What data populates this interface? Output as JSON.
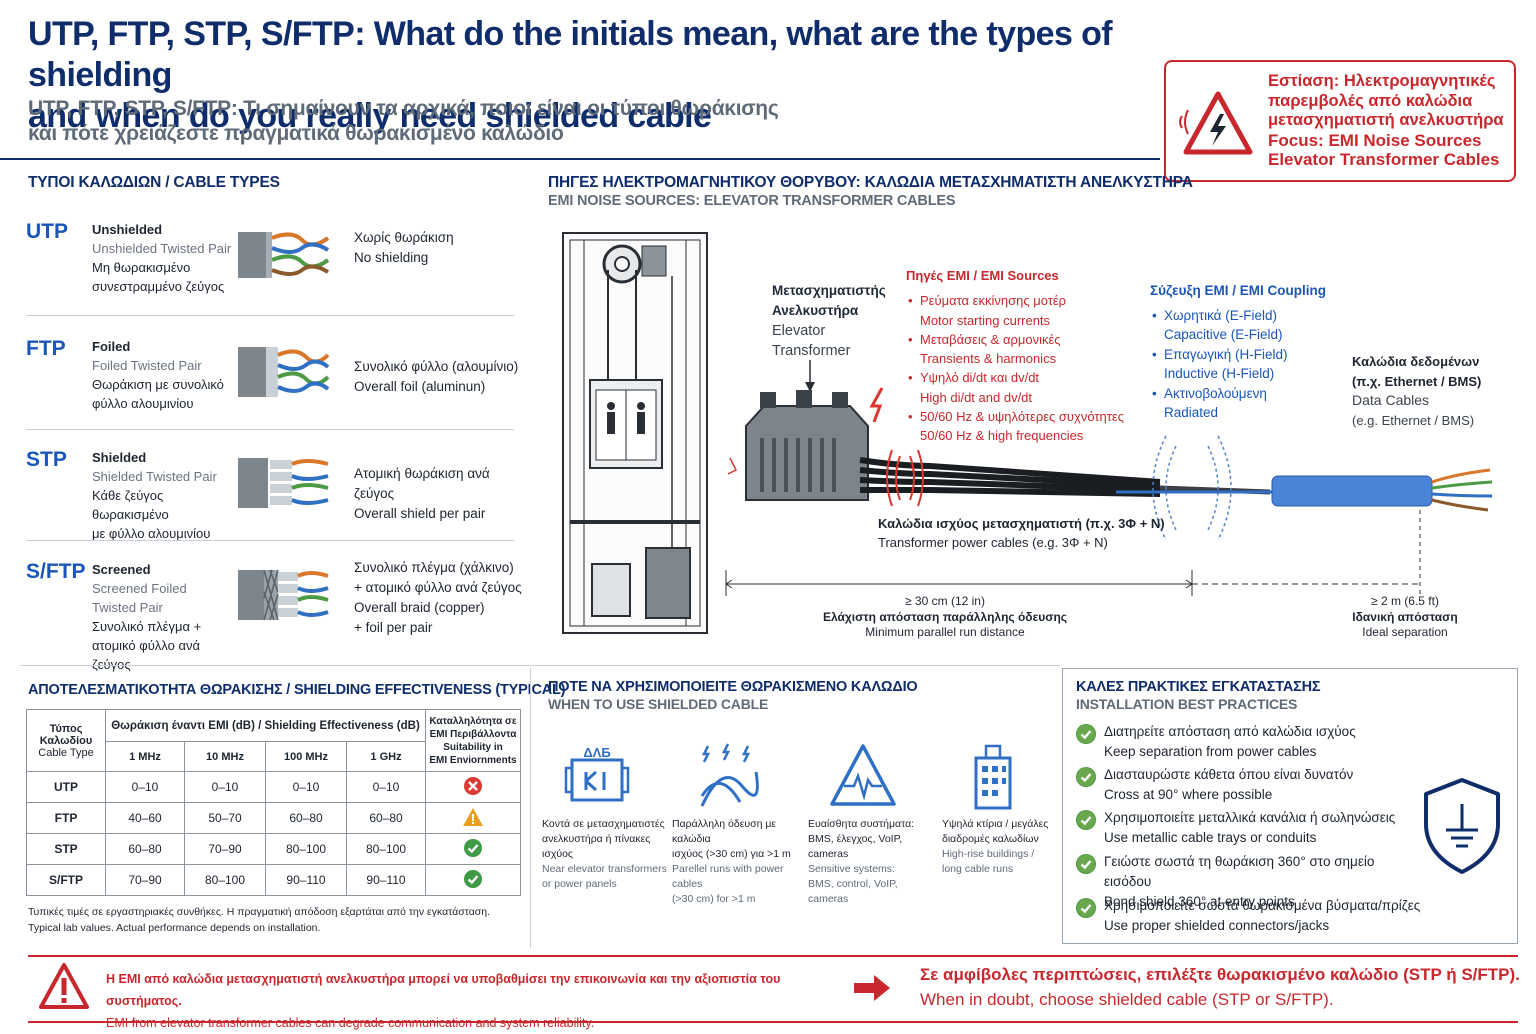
{
  "header": {
    "title_line1": "UTP, FTP, STP, S/FTP: What do the initials mean, what are the types of shielding",
    "title_line2": "and when do you really need shielded cable",
    "subtitle_line1": "UTP, FTP, STP, S/FTP: Τι σημαίνουν τα αρχικά, ποιοι είναι οι τύποι θωράκισης",
    "subtitle_line2": "και πότε χρειάζεστε πραγματικά θωρακισμένο καλώδιο"
  },
  "focus": {
    "line1": "Εστίαση: Ηλεκτρομαγνητικές",
    "line2": "παρεμβολές από καλώδια",
    "line3": "μετασχηματιστή ανελκυστήρα",
    "line4": "Focus: EMI Noise Sources",
    "line5": "Elevator Transformer Cables",
    "accent": "#c8282d"
  },
  "cable_types": {
    "title": "ΤΥΠΟΙ ΚΑΛΩΔΙΩΝ / CABLE TYPES",
    "items": [
      {
        "code": "UTP",
        "name_en": "Unshielded",
        "name_full": "Unshielded Twisted Pair",
        "name_gr1": "Μη θωρακισμένο",
        "name_gr2": "συνεστραμμένο ζεύγος",
        "desc1": "Χωρίς θωράκιση",
        "desc2": "No shielding",
        "desc3": "",
        "desc4": ""
      },
      {
        "code": "FTP",
        "name_en": "Foiled",
        "name_full": "Foiled Twisted Pair",
        "name_gr1": "Θωράκιση με συνολικό",
        "name_gr2": "φύλλο αλουμινίου",
        "desc1": "Συνολικό φύλλο (αλουμίνιο)",
        "desc2": "Overall foil (aluminun)",
        "desc3": "",
        "desc4": ""
      },
      {
        "code": "STP",
        "name_en": "Shielded",
        "name_full": "Shielded Twisted Pair",
        "name_gr1": "Κάθε ζεύγος θωρακισμένο",
        "name_gr2": "με φύλλο αλουμινίου",
        "desc1": "Ατομική θωράκιση ανά ζεύγος",
        "desc2": "Overall shield per pair",
        "desc3": "",
        "desc4": ""
      },
      {
        "code": "S/FTP",
        "name_en": "Screened",
        "name_full": "Screened Foiled Twisted Pair",
        "name_gr1": "Συνολικό πλέγμα +",
        "name_gr2": "ατομικό φύλλο ανά ζεύγος",
        "desc1": "Συνολικό πλέγμα (χάλκινο)",
        "desc2": "+ ατομικό φύλλο ανά ζεύγος",
        "desc3": "Overall braid (copper)",
        "desc4": "+ foil per pair"
      }
    ]
  },
  "emi": {
    "title": "ΠΗΓΕΣ ΗΛΕΚΤΡΟΜΑΓΝΗΤΙΚΟΥ ΘΟΡΥΒΟΥ: ΚΑΛΩΔΙΑ ΜΕΤΑΣΧΗΜΑΤΙΣΤΗ ΑΝΕΛΚΥΣΤΗΡΑ",
    "subtitle": "EMI NOISE SOURCES: ELEVATOR TRANSFORMER CABLES",
    "transformer_gr1": "Μετασχηματιστής",
    "transformer_gr2": "Ανελκυστήρα",
    "transformer_en1": "Elevator",
    "transformer_en2": "Transformer",
    "sources_title": "Πηγές EMI / EMI Sources",
    "sources": [
      {
        "gr": "Ρεύματα εκκίνησης μοτέρ",
        "en": "Motor starting currents"
      },
      {
        "gr": "Μεταβάσεις & αρμονικές",
        "en": "Transients & harmonics"
      },
      {
        "gr": "Υψηλό di/dt και dv/dt",
        "en": "High di/dt and dv/dt"
      },
      {
        "gr": "50/60 Hz & υψηλότερες συχνότητες",
        "en": "50/60 Hz & high frequencies"
      }
    ],
    "coupling_title": "Σύζευξη EMI / EMI Coupling",
    "coupling": [
      {
        "gr": "Χωρητικά (E-Field)",
        "en": "Capacitive (E-Field)"
      },
      {
        "gr": "Επαγωγική (H-Field)",
        "en": "Inductive (H-Field)"
      },
      {
        "gr": "Ακτινοβολούμενη",
        "en": "Radiated"
      }
    ],
    "data_gr1": "Καλώδια δεδομένων",
    "data_gr2": "(π.χ. Ethernet / BMS)",
    "data_en1": "Data Cables",
    "data_en2": "(e.g. Ethernet / BMS)",
    "power_gr": "Καλώδια ισχύος μετασχηματιστή (π.χ. 3Φ + N)",
    "power_en": "Transformer power cables (e.g. 3Φ + N)",
    "dist1_value": "≥ 30 cm (12 in)",
    "dist1_gr": "Ελάχιστη απόσταση παράλληλης όδευσης",
    "dist1_en": "Minimum parallel run distance",
    "dist2_value": "≥ 2 m (6.5 ft)",
    "dist2_gr": "Ιδανική απόσταση",
    "dist2_en": "Ideal separation"
  },
  "effectiveness": {
    "title": "ΑΠΟΤΕΛΕΣΜΑΤΙΚΟΤΗΤΑ ΘΩΡΑΚΙΣΗΣ / SHIELDING EFFECTIVENESS (TYPICAL)",
    "col_type_gr": "Τύπος Καλωδίου",
    "col_type_en": "Cable Type",
    "col_group": "Θωράκιση έναντι EMI (dB) / Shielding Effectiveness (dB)",
    "col_suit_gr1": "Καταλληλότητα σε",
    "col_suit_gr2": "EMI Περιβάλλοντα",
    "col_suit_en1": "Suitability in",
    "col_suit_en2": "EMI Enviornments",
    "freqs": [
      "1 MHz",
      "10 MHz",
      "100 MHz",
      "1 GHz"
    ],
    "rows": [
      {
        "type": "UTP",
        "values": [
          "0–10",
          "0–10",
          "0–10",
          "0–10"
        ],
        "suit": "bad"
      },
      {
        "type": "FTP",
        "values": [
          "40–60",
          "50–70",
          "60–80",
          "60–80"
        ],
        "suit": "warn"
      },
      {
        "type": "STP",
        "values": [
          "60–80",
          "70–90",
          "80–100",
          "80–100"
        ],
        "suit": "good"
      },
      {
        "type": "S/FTP",
        "values": [
          "70–90",
          "80–100",
          "90–110",
          "90–110"
        ],
        "suit": "good"
      }
    ],
    "note_gr": "Τυπικές τιμές σε εργαστηριακές συνθήκες. Η πραγματική απόδοση εξαρτάται από την εγκατάσταση.",
    "note_en": "Typical lab values. Actual performance depends on installation.",
    "colors": {
      "bad": "#d93a34",
      "warn": "#e9a11b",
      "good": "#3f9a45"
    }
  },
  "when_shielded": {
    "title": "ΠΟΤΕ ΝΑ ΧΡΗΣΙΜΟΠΟΙΕΙΤΕ ΘΩΡΑΚΙΣΜΕΝΟ ΚΑΛΩΔΙΟ",
    "subtitle": "WHEN TO USE SHIELDED CABLE",
    "items": [
      {
        "gr1": "Κοντά σε μετασχηματιστές",
        "gr2": "ανελκυστήρα ή πίνακες ισχύος",
        "en1": "Near elevator transformers",
        "en2": "or power panels"
      },
      {
        "gr1": "Παράλληλη όδευση με καλώδια",
        "gr2": "ισχύος (>30 cm) για >1 m",
        "en1": "Parellel runs with power cables",
        "en2": "(>30 cm) for >1 m"
      },
      {
        "gr1": "Ευαίσθητα συστήματα:",
        "gr2": "BMS, έλεγχος, VoIP, cameras",
        "en1": "Sensitive systems:",
        "en2": "BMS, control, VoIP, cameras"
      },
      {
        "gr1": "Υψηλά κτίρια / μεγάλες",
        "gr2": "διαδρομές καλωδίων",
        "en1": "High-rise buildings /",
        "en2": "long cable runs"
      }
    ],
    "icon_label": "ΔΛБ"
  },
  "best_practices": {
    "title": "ΚΑΛΕΣ ΠΡΑΚΤΙΚΕΣ ΕΓΚΑΤΑΣΤΑΣΗΣ",
    "subtitle": "INSTALLATION BEST PRACTICES",
    "items": [
      {
        "gr": "Διατηρείτε απόσταση από καλώδια ισχύος",
        "en": "Keep separation from power cables"
      },
      {
        "gr": "Διασταυρώστε κάθετα όπου είναι δυνατόν",
        "en": "Cross at 90° where possible"
      },
      {
        "gr": "Χρησιμοποιείτε μεταλλικά κανάλια ή σωληνώσεις",
        "en": "Use metallic cable trays or conduits"
      },
      {
        "gr": "Γειώστε σωστά τη θωράκιση 360° στο σημείο εισόδου",
        "en": "Bond shield 360° at entry points"
      },
      {
        "gr": "Χρησιμοποιείτε σωστά θωρακισμένα βύσματα/πρίζες",
        "en": "Use proper shielded connectors/jacks"
      }
    ]
  },
  "footer": {
    "warn_gr": "Η EMI από καλώδια μετασχηματιστή ανελκυστήρα μπορεί να υποβαθμίσει την επικοινωνία και την αξιοπιστία του συστήματος.",
    "warn_en": "EMI from elevator transformer cables can degrade communication and system reliability.",
    "advice_gr": "Σε αμφίβολες περιπτώσεις, επιλέξτε θωρακισμένο καλώδιο (STP ή S/FTP).",
    "advice_en": "When in doubt, choose shielded cable (STP or S/FTP)."
  }
}
